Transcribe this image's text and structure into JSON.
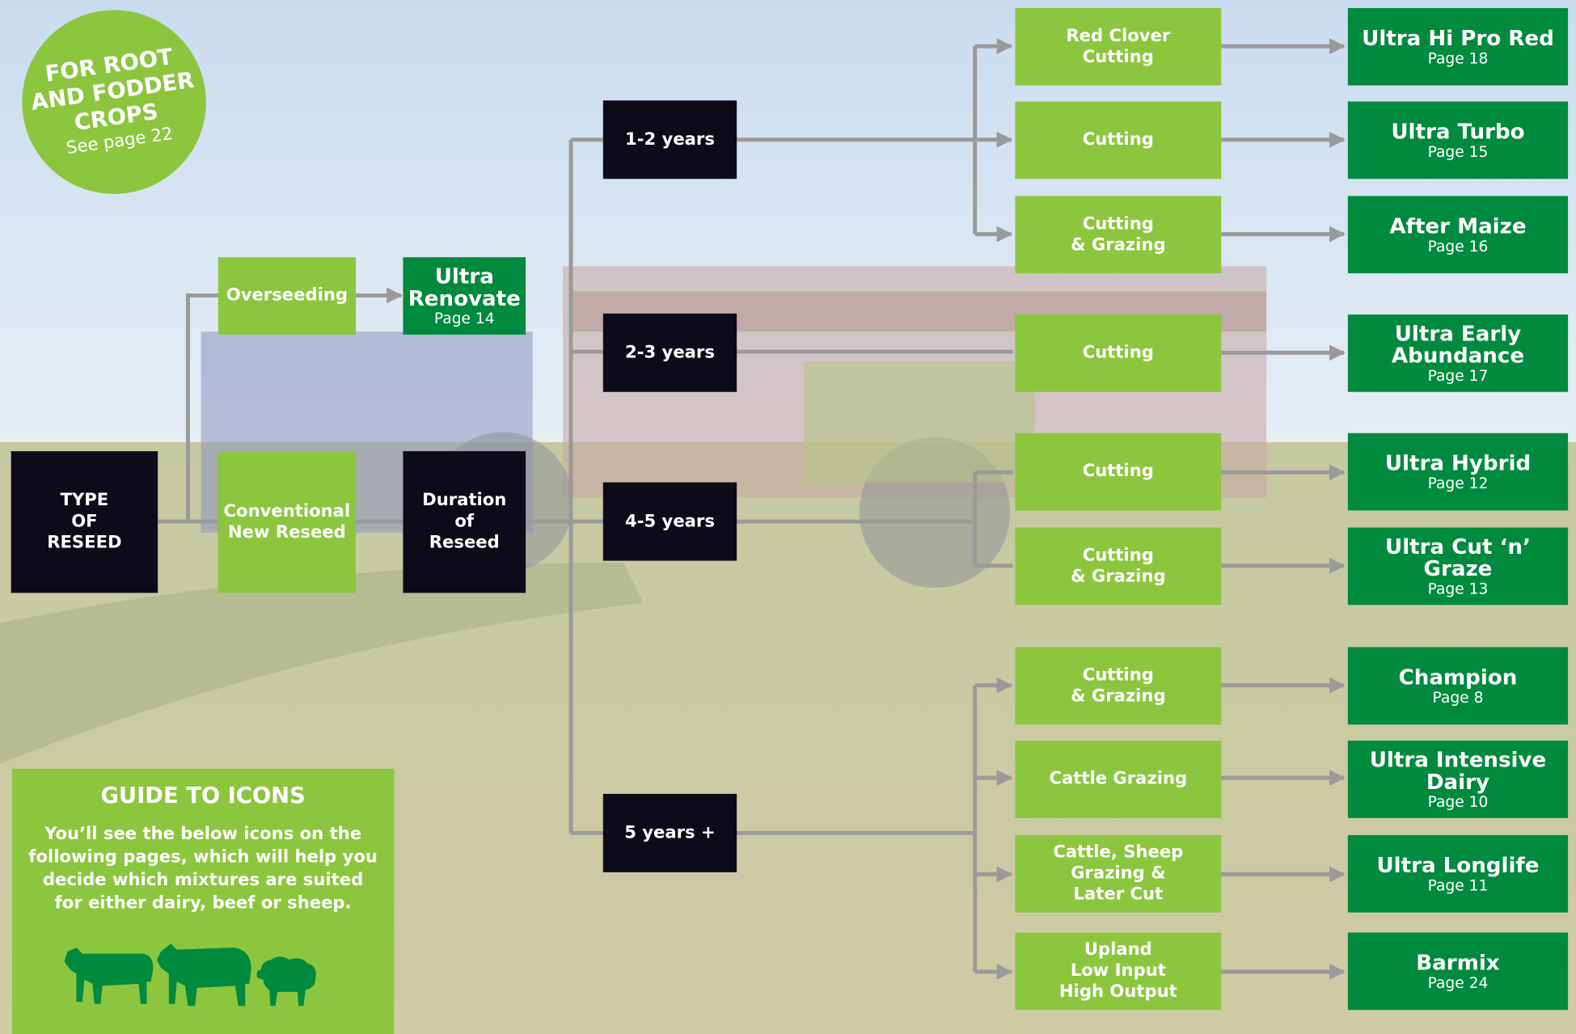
{
  "badge": {
    "title": "FOR ROOT\nAND FODDER\nCROPS",
    "subtitle": "See page 22"
  },
  "root": {
    "line1": "TYPE",
    "line2": "OF",
    "line3": "RESEED"
  },
  "methods": {
    "overseeding": "Overseeding",
    "conventional_1": "Conventional",
    "conventional_2": "New Reseed"
  },
  "renovate": {
    "line1": "Ultra",
    "line2": "Renovate",
    "page": "Page 14"
  },
  "duration": {
    "line1": "Duration",
    "line2": "of",
    "line3": "Reseed"
  },
  "durations": [
    "1-2 years",
    "2-3 years",
    "4-5 years",
    "5 years +"
  ],
  "uses": [
    [
      "Red Clover",
      "Cutting"
    ],
    [
      "Cutting"
    ],
    [
      "Cutting",
      "& Grazing"
    ],
    [
      "Cutting"
    ],
    [
      "Cutting"
    ],
    [
      "Cutting",
      "& Grazing"
    ],
    [
      "Cutting",
      "& Grazing"
    ],
    [
      "Cattle Grazing"
    ],
    [
      "Cattle, Sheep",
      "Grazing &",
      "Later Cut"
    ],
    [
      "Upland",
      "Low Input",
      "High Output"
    ]
  ],
  "mixtures": [
    {
      "name": "Ultra Hi Pro Red",
      "page": "Page 18"
    },
    {
      "name": "Ultra Turbo",
      "page": "Page 15"
    },
    {
      "name": "After Maize",
      "page": "Page 16"
    },
    {
      "name": "Ultra Early\nAbundance",
      "page": "Page 17"
    },
    {
      "name": "Ultra Hybrid",
      "page": "Page 12"
    },
    {
      "name": "Ultra Cut ‘n’ Graze",
      "page": "Page 13"
    },
    {
      "name": "Champion",
      "page": "Page 8"
    },
    {
      "name": "Ultra Intensive\nDairy",
      "page": "Page 10"
    },
    {
      "name": "Ultra Longlife",
      "page": "Page 11"
    },
    {
      "name": "Barmix",
      "page": "Page 24"
    }
  ],
  "guide": {
    "title": "GUIDE TO ICONS",
    "body": "You’ll see the below icons on the following pages, which will help you decide which mixtures are suited for either dairy, beef or sheep.",
    "icons": [
      "dairy-cow-icon",
      "beef-cattle-icon",
      "sheep-icon"
    ]
  },
  "colors": {
    "light_green": "#8cc63f",
    "dark_green": "#008a3e",
    "black": "#0d0a1a",
    "connector": "#9a9a9a"
  }
}
